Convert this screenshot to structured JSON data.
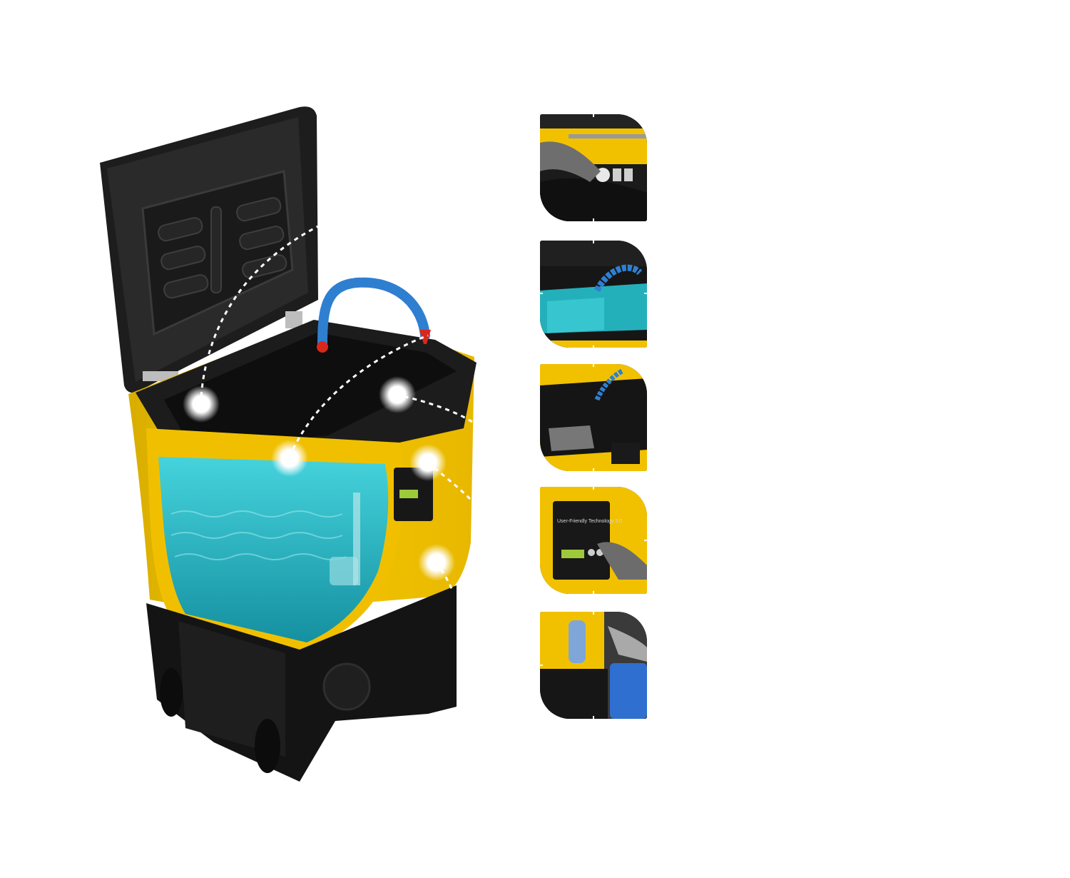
{
  "colors": {
    "yellow": "#f2c400",
    "yellow_dark": "#c99d00",
    "black": "#141414",
    "water": "#2fc4cf",
    "water_deep": "#1590a0",
    "hose_blue": "#2f7fd0",
    "nozzle_red": "#d8281c",
    "glow": "#ffffff",
    "can_blue": "#2f6fd0"
  },
  "main_image": {
    "icon": "parts-washer-cutaway-icon",
    "hotspots": [
      {
        "icon": "hotspot-glow-icon",
        "target": 0
      },
      {
        "icon": "hotspot-glow-icon",
        "target": 1
      },
      {
        "icon": "hotspot-glow-icon",
        "target": 2
      },
      {
        "icon": "hotspot-glow-icon",
        "target": 3
      },
      {
        "icon": "hotspot-glow-icon",
        "target": 4
      }
    ]
  },
  "detail_panel": {
    "thumbnails": [
      {
        "icon": "lid-lock-detail-icon"
      },
      {
        "icon": "flexible-nozzle-detail-icon"
      },
      {
        "icon": "work-tray-detail-icon"
      },
      {
        "icon": "control-panel-detail-icon"
      },
      {
        "icon": "filter-and-canister-detail-icon"
      }
    ],
    "control_panel_label": "User-Friendly Technology 3.0"
  }
}
